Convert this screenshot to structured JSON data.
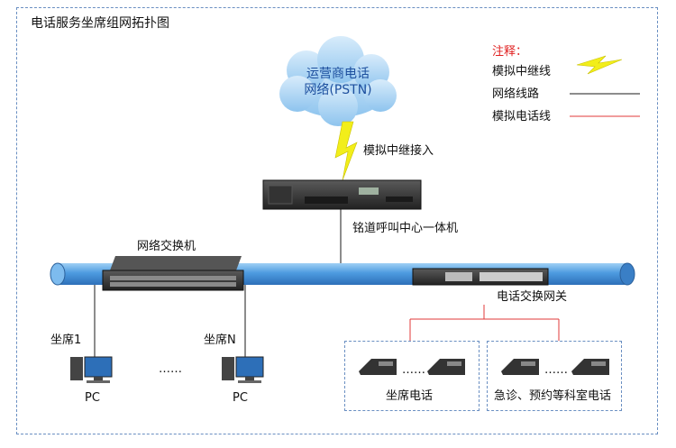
{
  "title": "电话服务坐席组网拓扑图",
  "legend": {
    "heading": "注释：",
    "items": [
      {
        "label": "模拟中继线"
      },
      {
        "label": "网络线路"
      },
      {
        "label": "模拟电话线"
      }
    ]
  },
  "cloud": {
    "line1": "运营商电话",
    "line2": "网络(PSTN)"
  },
  "labels": {
    "trunk_access": "模拟中继接入",
    "all_in_one": "铭道呼叫中心一体机",
    "switch": "网络交换机",
    "gateway": "电话交换网关",
    "seat_1": "坐席1",
    "seat_n": "坐席N",
    "pc_1": "PC",
    "pc_n": "PC",
    "ellipsis_pc": "……",
    "ellipsis_phone_1": "……",
    "ellipsis_phone_2": "……",
    "seat_phones": "坐席电话",
    "dept_phones": "急诊、预约等科室电话"
  },
  "colors": {
    "trunk": "#f2ee1a",
    "network": "#1a1a1a",
    "phone_line": "#e03a3a",
    "pipe": "#5ea6e6",
    "frame": "#6a8fc2"
  }
}
